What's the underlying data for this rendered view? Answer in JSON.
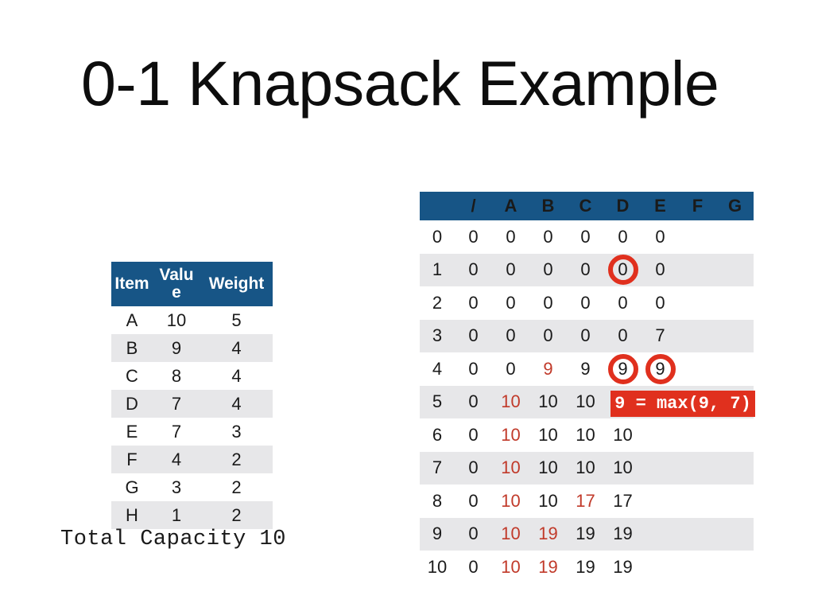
{
  "title": "0-1 Knapsack Example",
  "items_table": {
    "headers": [
      "Item",
      "Valu\ne",
      "Weight"
    ],
    "rows": [
      [
        "A",
        "10",
        "5"
      ],
      [
        "B",
        "9",
        "4"
      ],
      [
        "C",
        "8",
        "4"
      ],
      [
        "D",
        "7",
        "4"
      ],
      [
        "E",
        "7",
        "3"
      ],
      [
        "F",
        "4",
        "2"
      ],
      [
        "G",
        "3",
        "2"
      ],
      [
        "H",
        "1",
        "2"
      ]
    ]
  },
  "total_capacity_label": "Total Capacity 10",
  "dp_table": {
    "headers": [
      "",
      "/",
      "A",
      "B",
      "C",
      "D",
      "E",
      "F",
      "G"
    ],
    "rows": [
      {
        "label": "0",
        "cells": [
          {
            "v": "0"
          },
          {
            "v": "0"
          },
          {
            "v": "0"
          },
          {
            "v": "0"
          },
          {
            "v": "0"
          },
          {
            "v": "0"
          },
          {
            "v": ""
          },
          {
            "v": ""
          }
        ]
      },
      {
        "label": "1",
        "cells": [
          {
            "v": "0"
          },
          {
            "v": "0"
          },
          {
            "v": "0"
          },
          {
            "v": "0"
          },
          {
            "v": "0"
          },
          {
            "v": "0"
          },
          {
            "v": ""
          },
          {
            "v": ""
          }
        ]
      },
      {
        "label": "2",
        "cells": [
          {
            "v": "0"
          },
          {
            "v": "0"
          },
          {
            "v": "0"
          },
          {
            "v": "0"
          },
          {
            "v": "0"
          },
          {
            "v": "0"
          },
          {
            "v": ""
          },
          {
            "v": ""
          }
        ]
      },
      {
        "label": "3",
        "cells": [
          {
            "v": "0"
          },
          {
            "v": "0"
          },
          {
            "v": "0"
          },
          {
            "v": "0"
          },
          {
            "v": "0"
          },
          {
            "v": "7"
          },
          {
            "v": ""
          },
          {
            "v": ""
          }
        ]
      },
      {
        "label": "4",
        "cells": [
          {
            "v": "0"
          },
          {
            "v": "0"
          },
          {
            "v": "9",
            "red": true
          },
          {
            "v": "9"
          },
          {
            "v": "9"
          },
          {
            "v": "9"
          },
          {
            "v": ""
          },
          {
            "v": ""
          }
        ]
      },
      {
        "label": "5",
        "cells": [
          {
            "v": "0"
          },
          {
            "v": "10",
            "red": true
          },
          {
            "v": "10"
          },
          {
            "v": "10"
          },
          {
            "v": ""
          },
          {
            "v": ""
          },
          {
            "v": ""
          },
          {
            "v": ""
          }
        ]
      },
      {
        "label": "6",
        "cells": [
          {
            "v": "0"
          },
          {
            "v": "10",
            "red": true
          },
          {
            "v": "10"
          },
          {
            "v": "10"
          },
          {
            "v": "10"
          },
          {
            "v": ""
          },
          {
            "v": ""
          },
          {
            "v": ""
          }
        ]
      },
      {
        "label": "7",
        "cells": [
          {
            "v": "0"
          },
          {
            "v": "10",
            "red": true
          },
          {
            "v": "10"
          },
          {
            "v": "10"
          },
          {
            "v": "10"
          },
          {
            "v": ""
          },
          {
            "v": ""
          },
          {
            "v": ""
          }
        ]
      },
      {
        "label": "8",
        "cells": [
          {
            "v": "0"
          },
          {
            "v": "10",
            "red": true
          },
          {
            "v": "10"
          },
          {
            "v": "17",
            "red": true
          },
          {
            "v": "17"
          },
          {
            "v": ""
          },
          {
            "v": ""
          },
          {
            "v": ""
          }
        ]
      },
      {
        "label": "9",
        "cells": [
          {
            "v": "0"
          },
          {
            "v": "10",
            "red": true
          },
          {
            "v": "19",
            "red": true
          },
          {
            "v": "19"
          },
          {
            "v": "19"
          },
          {
            "v": ""
          },
          {
            "v": ""
          },
          {
            "v": ""
          }
        ]
      },
      {
        "label": "10",
        "cells": [
          {
            "v": "0"
          },
          {
            "v": "10",
            "red": true
          },
          {
            "v": "19",
            "red": true
          },
          {
            "v": "19"
          },
          {
            "v": "19"
          },
          {
            "v": ""
          },
          {
            "v": ""
          },
          {
            "v": ""
          }
        ]
      }
    ],
    "circled_cells": [
      {
        "row": 1,
        "col": "D"
      },
      {
        "row": 4,
        "col": "D"
      },
      {
        "row": 4,
        "col": "E"
      }
    ]
  },
  "callout": {
    "text": "9 = max(9, 7)"
  },
  "colors": {
    "header_blue": "#175586",
    "row_gray": "#E7E7E9",
    "accent_red": "#E0301E",
    "red_value_text": "#C13A2A"
  }
}
